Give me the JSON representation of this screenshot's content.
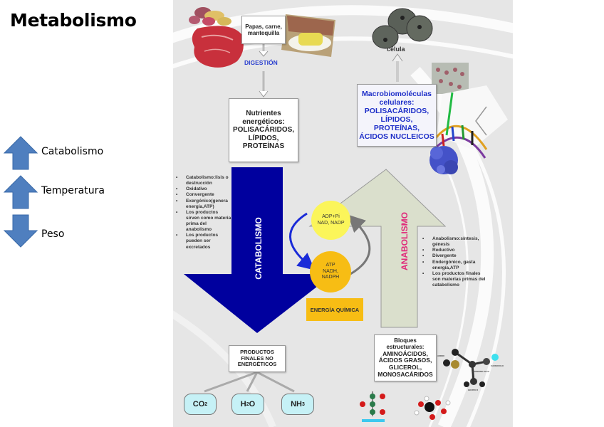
{
  "slide": {
    "title": "Metabolismo",
    "legend": [
      {
        "direction": "up",
        "icon": "arrow-up-icon",
        "label": "Catabolismo"
      },
      {
        "direction": "up",
        "icon": "arrow-up-icon",
        "label": "Temperatura"
      },
      {
        "direction": "down",
        "icon": "arrow-down-icon",
        "label": "Peso"
      }
    ],
    "colors": {
      "legend_arrow": "#4f7fbf",
      "catabolism_arrow": "#00009e",
      "anabolism_arrow": "#dadfcc",
      "anabolism_label": "#e02a7a",
      "adp_circle": "#fbf55a",
      "atp_circle": "#f7bd14",
      "macro_text": "#1e2fc8",
      "product_fill": "#c6f1f6"
    }
  },
  "diagram": {
    "food_box": [
      "Papas, carne,",
      "mantequilla"
    ],
    "digestion": "DIGESTIÓN",
    "nutrients_box": [
      "Nutrientes",
      "energéticos:",
      "POLISACÁRIDOS,",
      "LÍPIDOS,",
      "PROTEÍNAS"
    ],
    "cell_label": "célula",
    "macro_box": [
      "Macrobiomoléculas",
      "celulares:",
      "POLISACÁRIDOS,",
      "LÍPIDOS,",
      "PROTEÍNAS,",
      "ÁCIDOS NUCLEICOS"
    ],
    "catabolism_label": "CATABOLISMO",
    "anabolism_label": "ANABOLISMO",
    "catabolism_bullets": [
      "Catabolismo:lisis o destrucción",
      "Oxidativo",
      "Convergente",
      "Exergónico(genera energía,ATP)",
      "Los productos sirven como materia prima del anabolismo",
      "Los productos pueden ser excretados"
    ],
    "anabolism_bullets": [
      "Anabolismo:síntesis, génesis",
      "Reductivo",
      "Divergente",
      "Endergónico, gasta energía,ATP",
      "Los productos finales son materias primas del catabolismo"
    ],
    "adp_circle": [
      "ADP+Pi",
      "NAD, NADP"
    ],
    "atp_circle": [
      "ATP",
      "NADH,",
      "NADPH"
    ],
    "energy_box": "ENERGÍA QUÍMICA",
    "final_products_box": [
      "PRODUCTOS",
      "FINALES NO",
      "ENERGÉTICOS"
    ],
    "products": [
      {
        "base": "CO",
        "sub": "2"
      },
      {
        "base": "H",
        "sub": "2",
        "tail": "O"
      },
      {
        "base": "NH",
        "sub": "3"
      }
    ],
    "blocks_box": [
      "Bloques",
      "estructurales:",
      "AMINOÁCIDOS,",
      "ÁCIDOS GRASOS,",
      "GLICEROL,",
      "MONOSACÁRIDOS"
    ],
    "amino_labels": {
      "amino": "AMINO",
      "carboxyl": "CARBOXILO",
      "alpha": "CARBONO ALFA",
      "r_group": "GRUPO R"
    }
  }
}
